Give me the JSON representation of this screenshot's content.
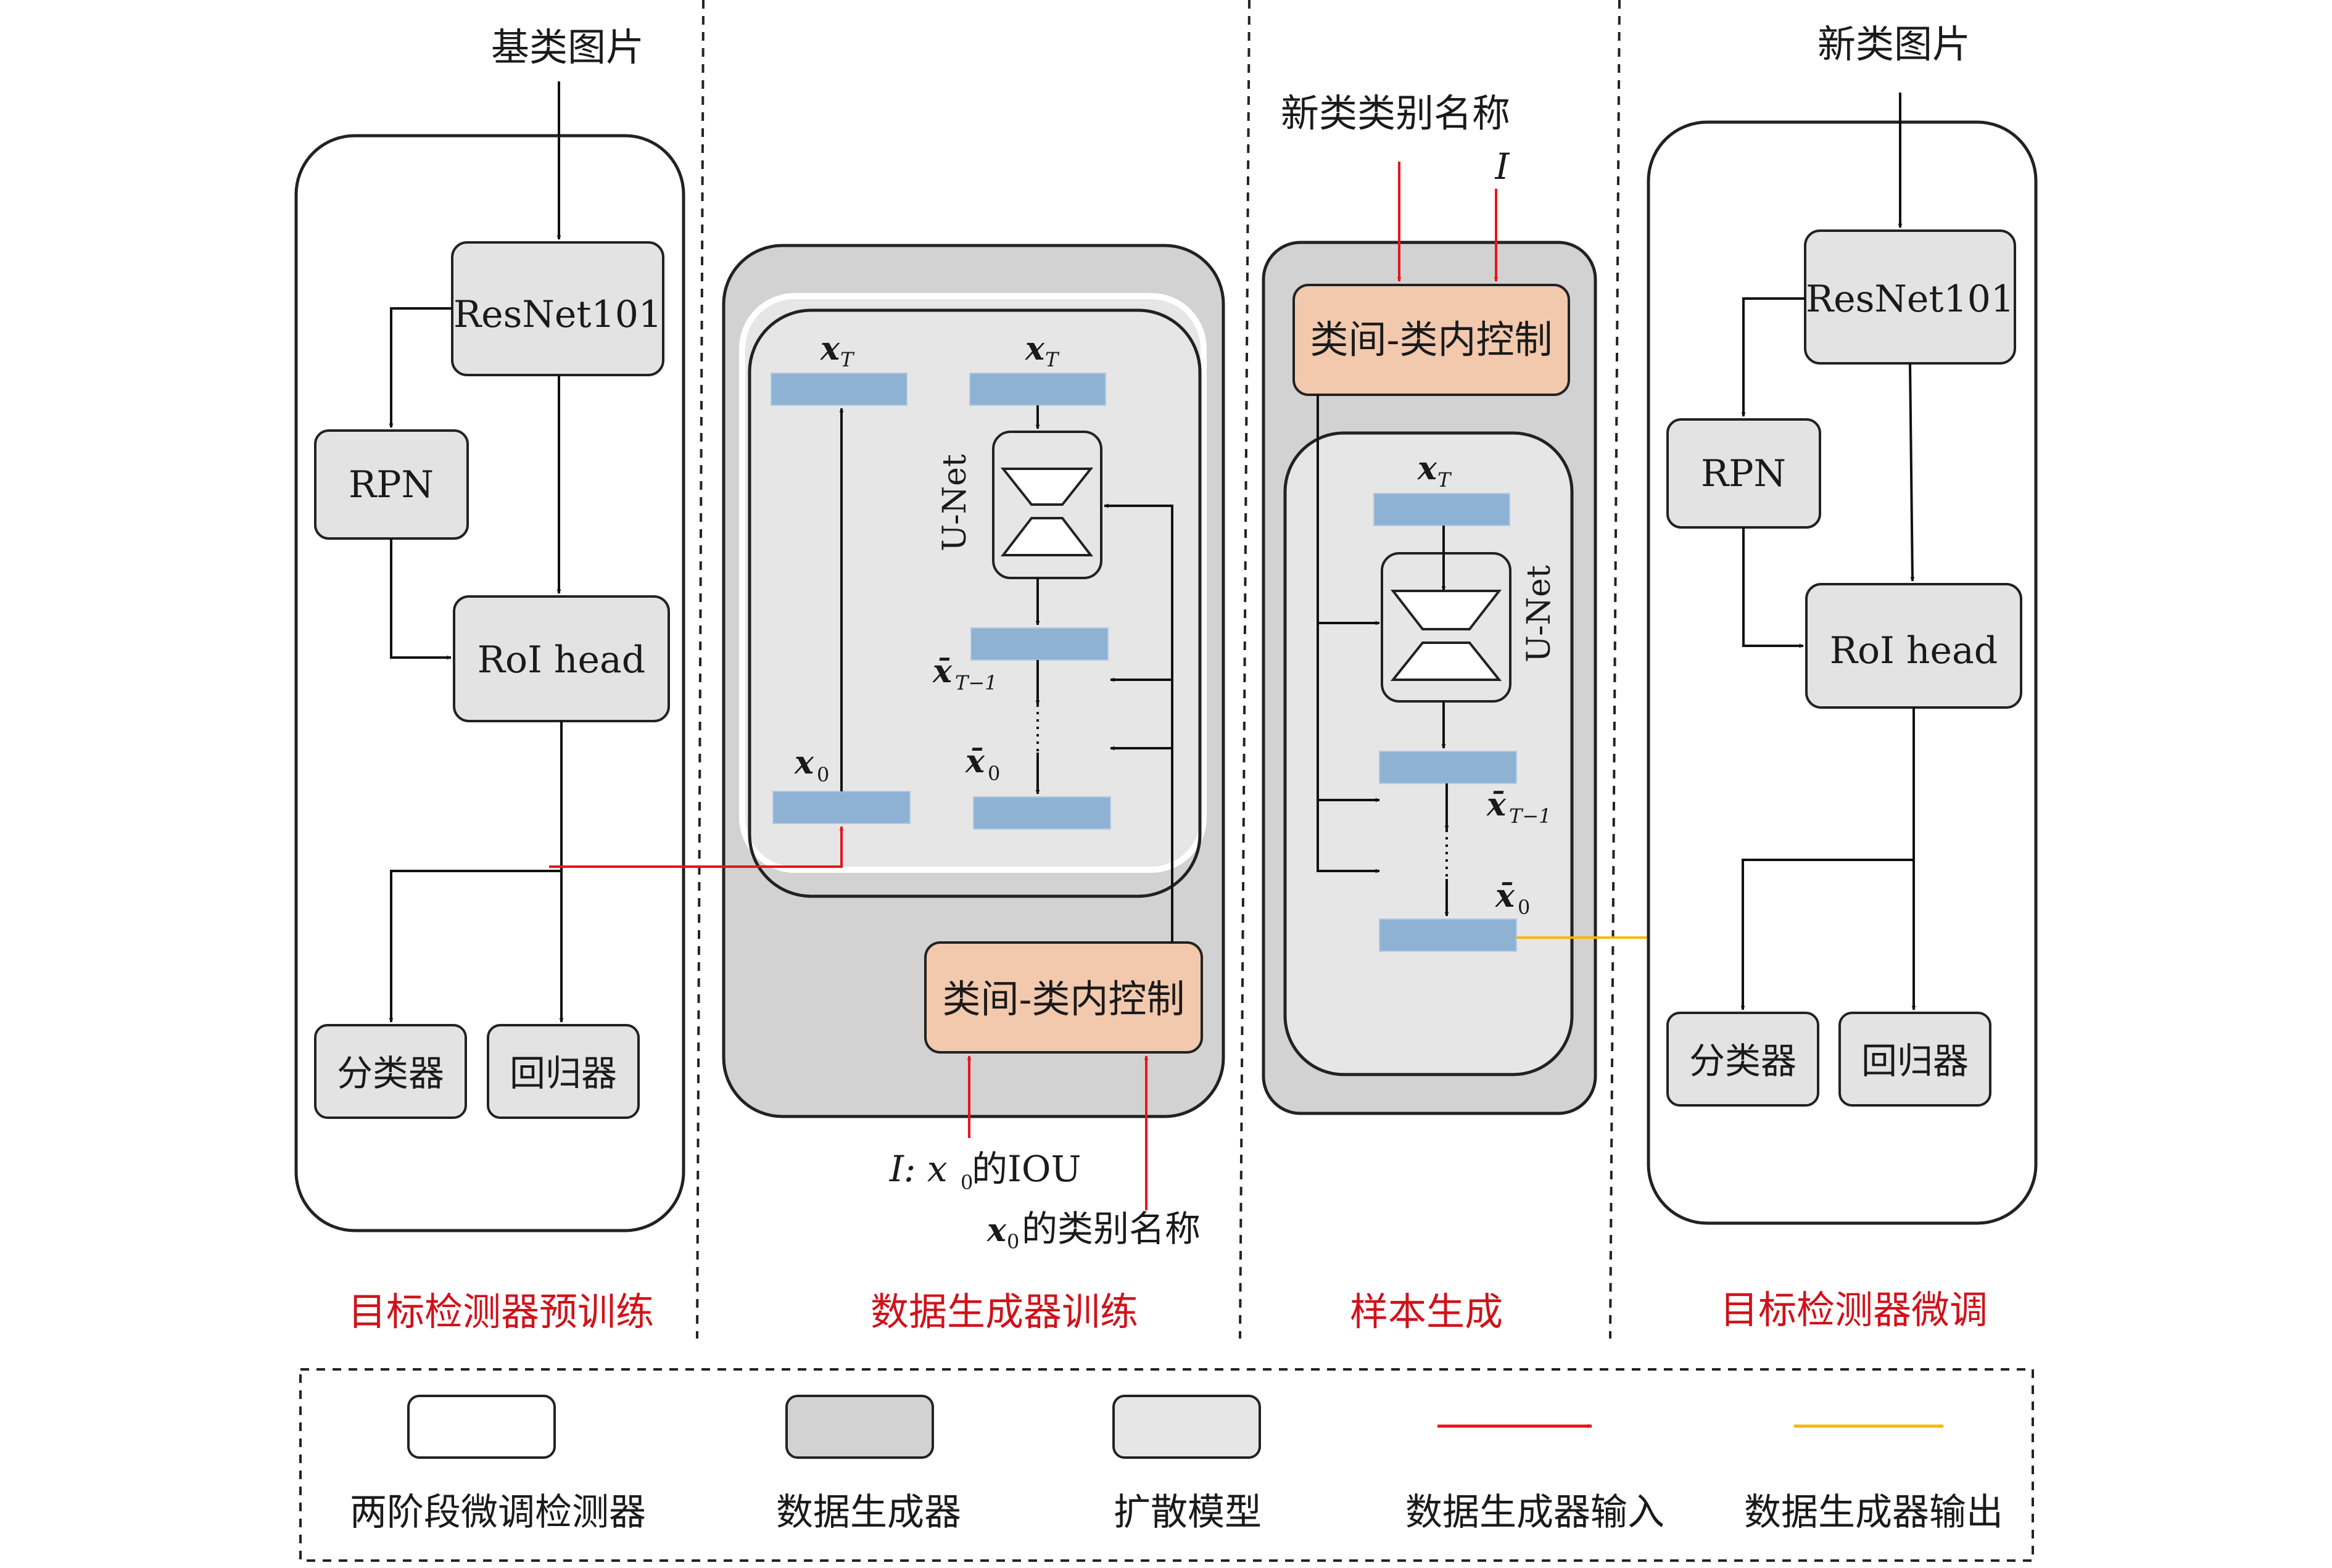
{
  "stages": {
    "pretrain": {
      "input": "基类图片",
      "backbone": "ResNet101",
      "rpn": "RPN",
      "roi_head": "RoI head",
      "classifier": "分类器",
      "regressor": "回归器",
      "caption": "目标检测器预训练"
    },
    "generator_training": {
      "xT_left": "x",
      "xT_right": "x",
      "unet": "U-Net",
      "x_bar_T_minus_1": "x̄",
      "x_bar_0": "x̄",
      "x0": "x",
      "control": "类间-类内控制",
      "input_iou": "I: x",
      "input_iou_tail": "的IOU",
      "input_name_tail": "的类别名称",
      "caption": "数据生成器训练"
    },
    "sample_generation": {
      "input_name": "新类类别名称",
      "input_I": "I",
      "control": "类间-类内控制",
      "xT": "x",
      "unet": "U-Net",
      "x_bar_T_minus_1": "x̄",
      "x_bar_0": "x̄",
      "caption": "样本生成"
    },
    "finetune": {
      "input": "新类图片",
      "backbone": "ResNet101",
      "rpn": "RPN",
      "roi_head": "RoI head",
      "classifier": "分类器",
      "regressor": "回归器",
      "caption": "目标检测器微调"
    }
  },
  "subscripts": {
    "T": "T",
    "T_minus_1": "T−1",
    "zero": "0"
  },
  "legend": [
    {
      "label": "两阶段微调检测器",
      "icon": "white-rounded-box"
    },
    {
      "label": "数据生成器",
      "icon": "dark-gray-rounded-box"
    },
    {
      "label": "扩散模型",
      "icon": "light-gray-rounded-box"
    },
    {
      "label": "数据生成器输入",
      "icon": "red-arrow"
    },
    {
      "label": "数据生成器输出",
      "icon": "yellow-arrow"
    }
  ],
  "colors": {
    "caption_red": "#d0121b",
    "input_arrow_red": "#e8141c",
    "output_arrow_yellow": "#f5b800",
    "generator_fill": "#d2d2d2",
    "diffusion_fill": "#e6e6e6",
    "module_fill": "#e3e3e3",
    "control_fill": "#f2c9ad",
    "feature_bar_blue": "#8eb2d4"
  }
}
